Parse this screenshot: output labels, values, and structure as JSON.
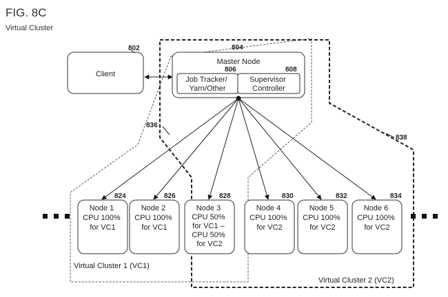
{
  "figure": {
    "title": "FIG. 8C",
    "subtitle": "Virtual Cluster"
  },
  "client": {
    "label": "Client",
    "ref": "802"
  },
  "master": {
    "label": "Master Node",
    "ref": "804",
    "job_tracker": {
      "label": [
        "Job Tracker/",
        "Yarn/Other"
      ],
      "ref": "806"
    },
    "supervisor": {
      "label": [
        "Supervisor",
        "Controller"
      ],
      "ref": "808"
    }
  },
  "nodes": [
    {
      "ref": "824",
      "lines": [
        "Node 1",
        "CPU 100%",
        "for VC1"
      ]
    },
    {
      "ref": "826",
      "lines": [
        "Node 2",
        "CPU 100%",
        "for VC1"
      ]
    },
    {
      "ref": "828",
      "lines": [
        "Node 3",
        "CPU 50%",
        "for VC1 –",
        "CPU 50%",
        "for VC2"
      ]
    },
    {
      "ref": "830",
      "lines": [
        "Node 4",
        "CPU 100%",
        "for VC2"
      ]
    },
    {
      "ref": "832",
      "lines": [
        "Node 5",
        "CPU 100%",
        "for VC2"
      ]
    },
    {
      "ref": "834",
      "lines": [
        "Node 6",
        "CPU 100%",
        "for VC2"
      ]
    }
  ],
  "virtual_clusters": [
    {
      "label": "Virtual Cluster 1 (VC1)",
      "ref": "836"
    },
    {
      "label": "Virtual Cluster 2 (VC2)",
      "ref": "838"
    }
  ]
}
